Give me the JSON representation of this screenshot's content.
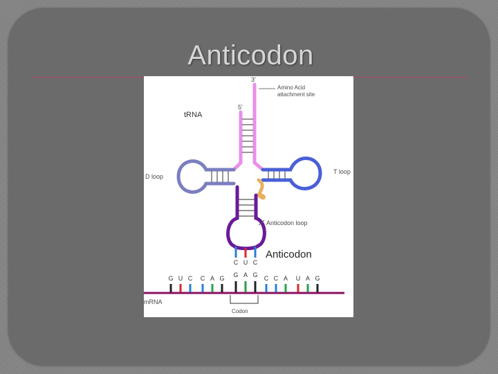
{
  "slide": {
    "title": "Anticodon"
  },
  "figure": {
    "labels": {
      "three_prime": "3'",
      "five_prime": "5'",
      "amino_acid_site": "Amino Acid attachment site",
      "trna": "tRNA",
      "d_loop": "D loop",
      "t_loop": "T loop",
      "anticodon_loop": "Anticodon loop",
      "anticodon": "Anticodon",
      "mrna": "mRNA",
      "codon": "Codon"
    },
    "anticodon_bases": [
      "C",
      "U",
      "C"
    ],
    "mrna_bases": [
      "G",
      "U",
      "C",
      "C",
      "A",
      "G",
      "G",
      "A",
      "G",
      "C",
      "C",
      "A",
      "U",
      "A",
      "G"
    ],
    "colors": {
      "acceptor_stem": "#e88fe8",
      "d_arm": "#7b7fc0",
      "t_arm": "#4a5fd6",
      "anticodon_arm": "#6a1a9a",
      "variable_loop": "#e8b060",
      "mrna_line": "#8a1060"
    }
  }
}
